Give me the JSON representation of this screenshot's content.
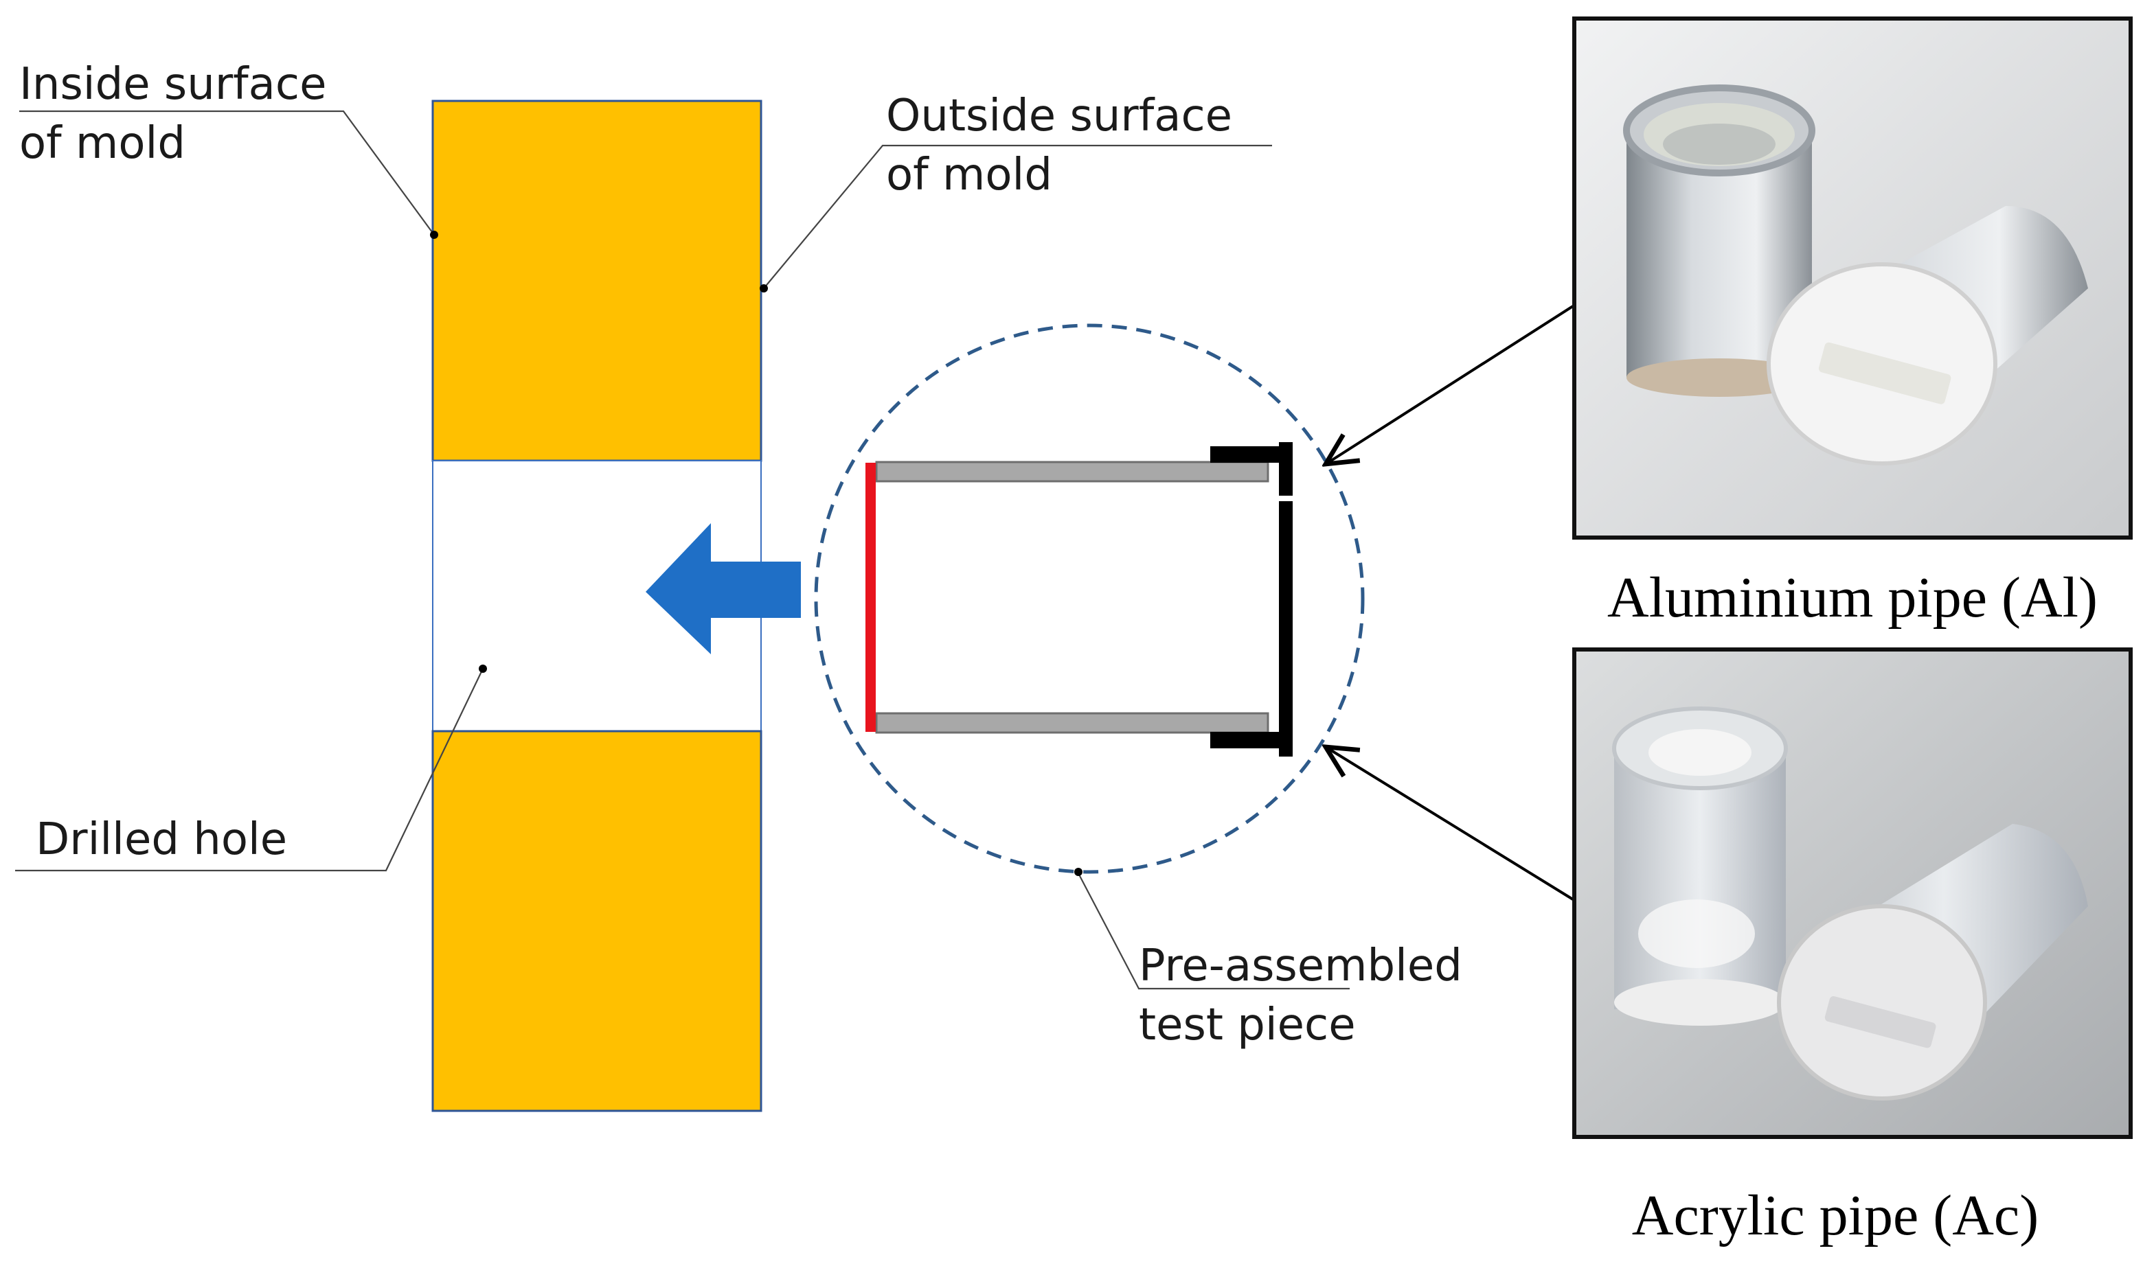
{
  "labels": {
    "inside_surface_line1": "Inside surface",
    "inside_surface_line2": "of mold",
    "outside_surface_line1": "Outside surface",
    "outside_surface_line2": "of mold",
    "drilled_hole": "Drilled hole",
    "test_piece_line1": "Pre-assembled",
    "test_piece_line2": "test piece",
    "aluminium_caption": "Aluminium pipe (Al)",
    "acrylic_caption": "Acrylic pipe (Ac)"
  },
  "photos": {
    "aluminium": "aluminium-pipe-photo",
    "acrylic": "acrylic-pipe-photo"
  },
  "colors": {
    "mold_fill": "#FFC000",
    "mold_stroke": "#2E5597",
    "arrow_blue": "#1F6FC6",
    "circle_dash": "#2E5A8A",
    "pipe_gray": "#A8A8A8",
    "seal_red": "#E8141E",
    "cap_black": "#000000"
  }
}
